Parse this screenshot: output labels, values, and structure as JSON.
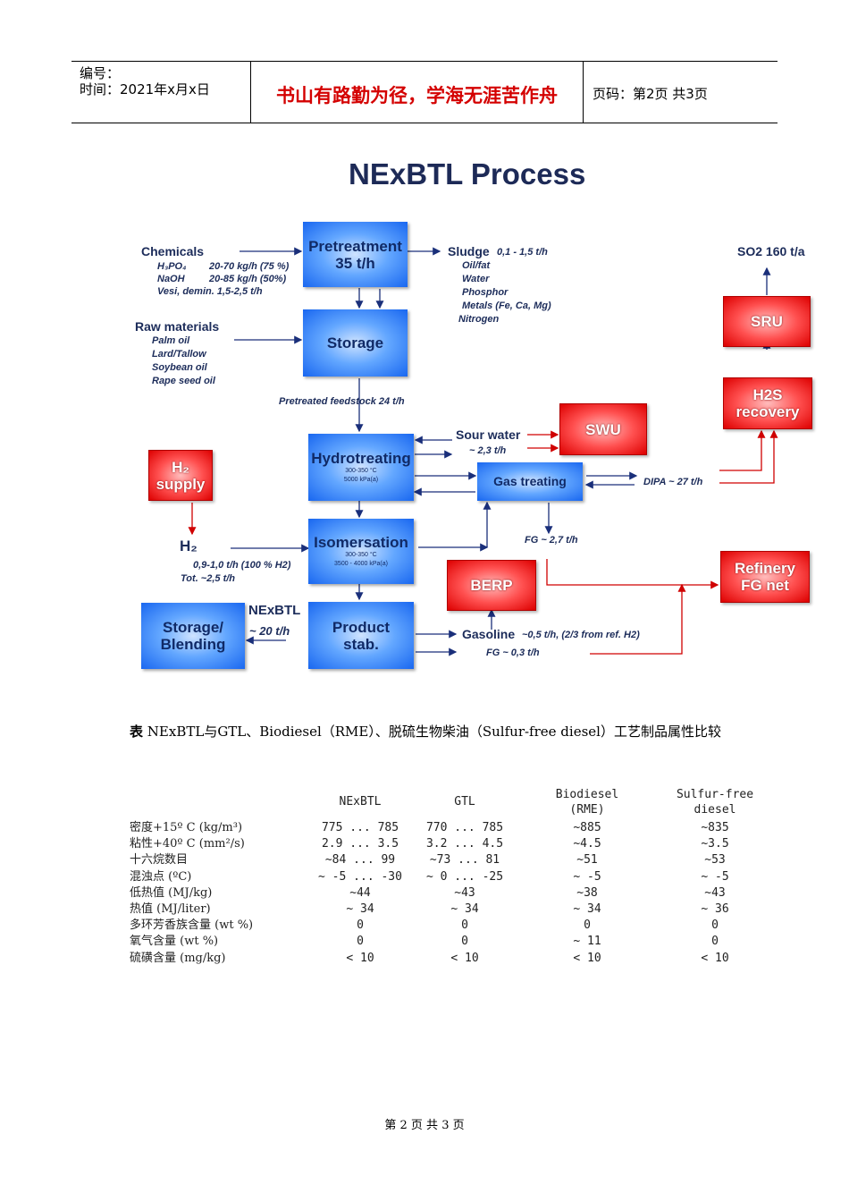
{
  "header": {
    "code_label": "编号：",
    "date_label": "时间：2021年x月x日",
    "motto": "书山有路勤为径，学海无涯苦作舟",
    "page_label": "页码：第2页  共3页"
  },
  "diagram": {
    "title": "NExBTL Process",
    "boxes": {
      "pretreatment": {
        "line1": "Pretreatment",
        "line2": "35 t/h"
      },
      "storage": "Storage",
      "hydrotreating": {
        "name": "Hydrotreating",
        "cond1": "300-350 °C",
        "cond2": "5000 kPa(a)"
      },
      "isomersation": {
        "name": "Isomersation",
        "cond1": "300-350 °C",
        "cond2": "3500 - 4000  kPa(a)"
      },
      "product": {
        "line1": "Product",
        "line2": "stab."
      },
      "storage_blending": {
        "line1": "Storage/",
        "line2": "Blending"
      },
      "gas_treating": "Gas treating",
      "h2_supply": "H₂ supply",
      "swu": "SWU",
      "berp": "BERP",
      "sru": "SRU",
      "h2s": {
        "line1": "H2S",
        "line2": "recovery"
      },
      "refinery": {
        "line1": "Refinery",
        "line2": "FG net"
      }
    },
    "labels": {
      "chemicals": "Chemicals",
      "h3po4": "H₃PO₄",
      "h3po4_rate": "20-70 kg/h (75 %)",
      "naoh": "NaOH",
      "naoh_rate": "20-85 kg/h (50%)",
      "vesi": "Vesi, demin. 1,5-2,5 t/h",
      "raw": "Raw materials",
      "raw_items": [
        "Palm oil",
        "Lard/Tallow",
        "Soybean oil",
        "Rape seed oil"
      ],
      "sludge": "Sludge",
      "sludge_rate": "0,1 - 1,5 t/h",
      "sludge_items": [
        "Oil/fat",
        "Water",
        "Phosphor",
        "Metals (Fe, Ca, Mg)",
        "Nitrogen"
      ],
      "pretreated": "Pretreated feedstock 24 t/h",
      "sour": "Sour water",
      "sour_rate": "~ 2,3 t/h",
      "dipa": "DIPA ~ 27 t/h",
      "fg1": "FG ~ 2,7 t/h",
      "h2": "H₂",
      "h2_rate": "0,9-1,0 t/h (100 % H2)",
      "h2_tot": "Tot. ~2,5 t/h",
      "nexbtl": "NExBTL",
      "nexbtl_rate": "~ 20 t/h",
      "gasoline": "Gasoline",
      "gasoline_rate": "~0,5 t/h, (2/3 from ref. H2)",
      "fg2": "FG ~ 0,3 t/h",
      "so2": "SO2 160 t/a"
    }
  },
  "caption": {
    "prefix": "表",
    "text": "NExBTL与GTL、Biodiesel（RME）、脱硫生物柴油（Sulfur-free diesel）工艺制品属性比较"
  },
  "table": {
    "headers": [
      "NExBTL",
      "GTL",
      "Biodiesel\n(RME)",
      "Sulfur-free\ndiesel"
    ],
    "rows": [
      {
        "name": "密度+15º C (kg/m³)",
        "values": [
          "775 ... 785",
          "770 ... 785",
          "~885",
          "~835"
        ]
      },
      {
        "name": "粘性+40º C (mm²/s)",
        "values": [
          "2.9 ... 3.5",
          "3.2 ... 4.5",
          "~4.5",
          "~3.5"
        ]
      },
      {
        "name": "十六烷数目",
        "values": [
          "~84 ... 99",
          "~73 ... 81",
          "~51",
          "~53"
        ]
      },
      {
        "name": "混浊点 (ºC)",
        "values": [
          "~ -5 ... -30",
          "~ 0 ... -25",
          "~ -5",
          "~ -5"
        ]
      },
      {
        "name": "低热值 (MJ/kg)",
        "values": [
          "~44",
          "~43",
          "~38",
          "~43"
        ]
      },
      {
        "name": "热值 (MJ/liter)",
        "values": [
          "~ 34",
          "~ 34",
          "~ 34",
          "~ 36"
        ]
      },
      {
        "name": "多环芳香族含量 (wt %)",
        "values": [
          "0",
          "0",
          "0",
          "0"
        ]
      },
      {
        "name": "氧气含量 (wt %)",
        "values": [
          "0",
          "0",
          "~ 11",
          "0"
        ]
      },
      {
        "name": "硫磺含量 (mg/kg)",
        "values": [
          "< 10",
          "< 10",
          "< 10",
          "< 10"
        ]
      }
    ]
  },
  "footer": "第 2 页 共 3 页"
}
